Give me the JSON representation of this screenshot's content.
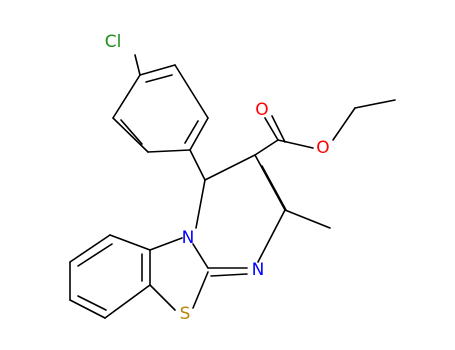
{
  "atoms": {
    "chlorine": {
      "label": "Cl",
      "color": "#1f8f1f"
    },
    "nitrogen_ring": {
      "label": "N",
      "color": "#0000ff"
    },
    "nitrogen_imine": {
      "label": "N",
      "color": "#0000ff"
    },
    "sulfur": {
      "label": "S",
      "color": "#b8860b"
    },
    "oxygen_carbonyl": {
      "label": "O",
      "color": "#ff0000"
    },
    "oxygen_ester": {
      "label": "O",
      "color": "#ff0000"
    }
  }
}
